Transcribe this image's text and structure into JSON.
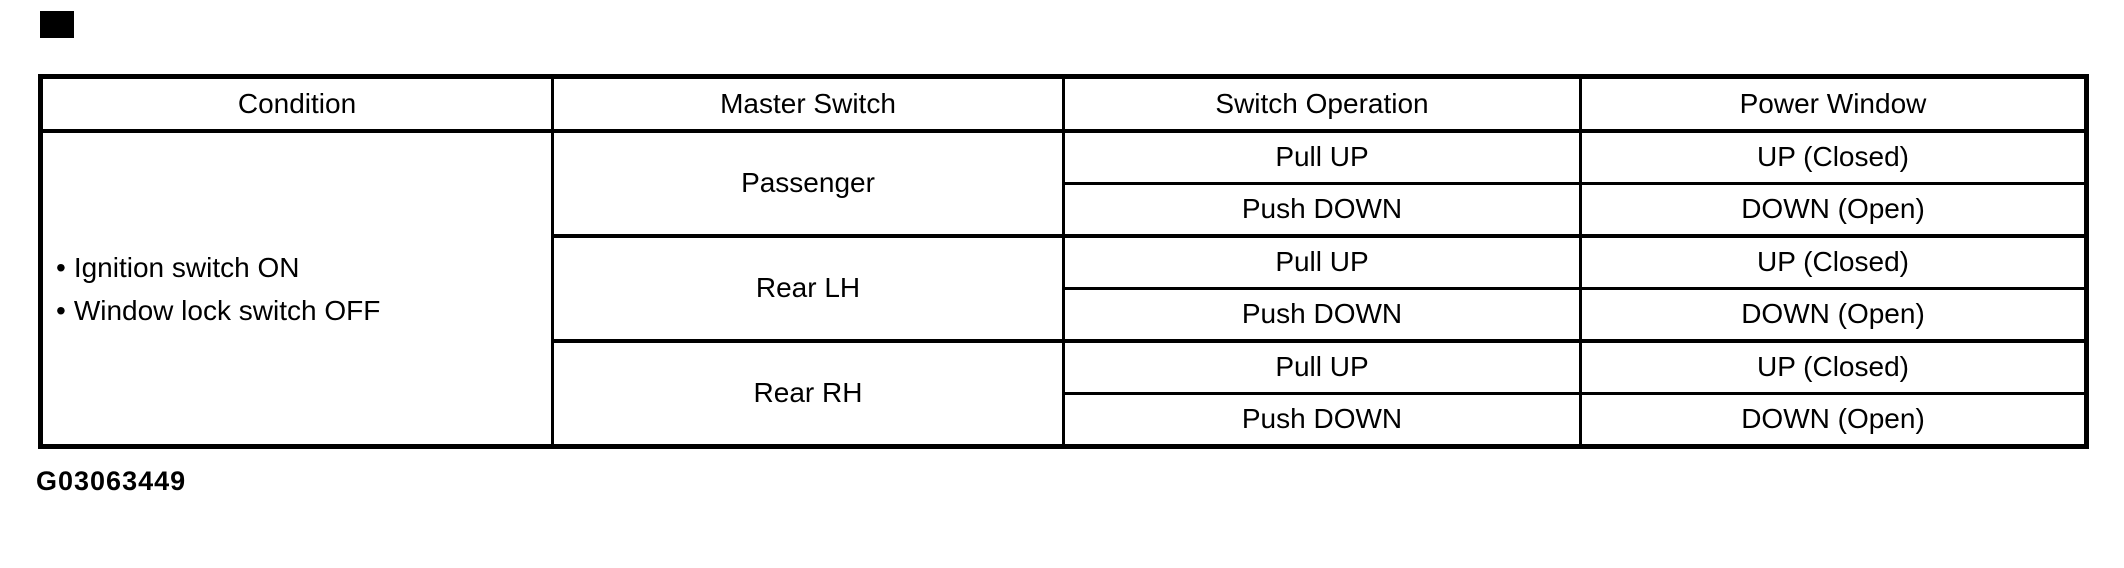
{
  "page": {
    "background_color": "#ffffff",
    "line_color": "#000000",
    "text_color": "#000000"
  },
  "corner_mark": {
    "icon": "black-square-mark",
    "color": "#000000"
  },
  "figure_id": "G03063449",
  "table": {
    "headers": {
      "condition": "Condition",
      "master_switch": "Master Switch",
      "switch_operation": "Switch Operation",
      "power_window": "Power Window"
    },
    "condition": {
      "bullet": "•",
      "items": [
        "Ignition switch ON",
        "Window lock switch OFF"
      ]
    },
    "groups": [
      {
        "master_switch": "Passenger",
        "rows": [
          {
            "operation": "Pull UP",
            "power_window": "UP (Closed)"
          },
          {
            "operation": "Push DOWN",
            "power_window": "DOWN (Open)"
          }
        ]
      },
      {
        "master_switch": "Rear LH",
        "rows": [
          {
            "operation": "Pull UP",
            "power_window": "UP (Closed)"
          },
          {
            "operation": "Push DOWN",
            "power_window": "DOWN (Open)"
          }
        ]
      },
      {
        "master_switch": "Rear RH",
        "rows": [
          {
            "operation": "Pull UP",
            "power_window": "UP (Closed)"
          },
          {
            "operation": "Push DOWN",
            "power_window": "DOWN (Open)"
          }
        ]
      }
    ]
  }
}
